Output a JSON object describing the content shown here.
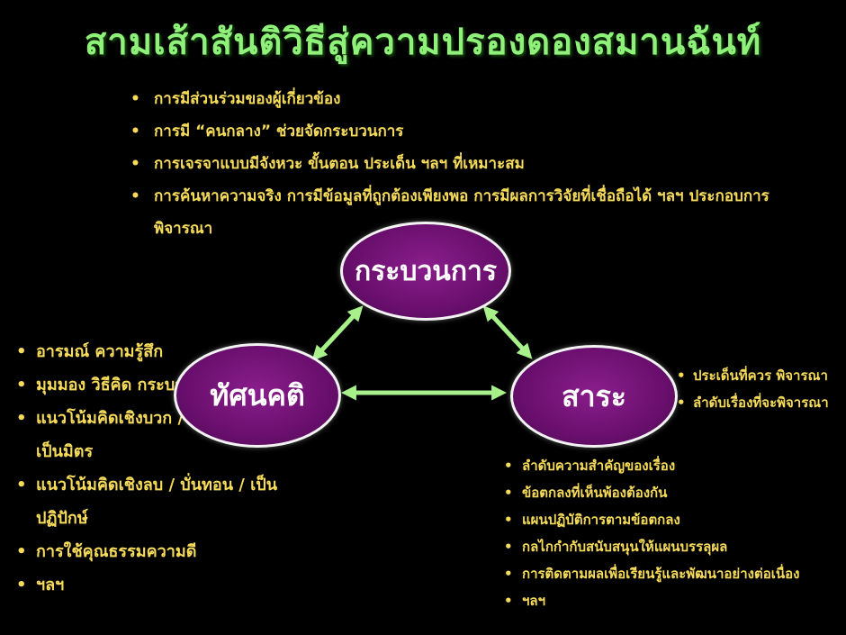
{
  "title": "สามเส้าสันติวิธีสู่ความปรองดองสมานฉันท์",
  "bullet_symbol": "•",
  "colors": {
    "title": "#8ff07a",
    "bullet_text": "#f6dc5a",
    "ellipse_fill": "#6a0f6e",
    "arrow": "#a7f08a"
  },
  "nodes": {
    "process": "กระบวนการ",
    "attitude": "ทัศนคติ",
    "content": "สาระ"
  },
  "process_items": [
    "การมีส่วนร่วมของผู้เกี่ยวข้อง",
    "การมี “คนกลาง” ช่วยจัดกระบวนการ",
    "การเจรจาแบบมีจังหวะ ขั้นตอน ประเด็น ฯลฯ ที่เหมาะสม",
    "การค้นหาความจริง การมีข้อมูลที่ถูกต้องเพียงพอ การมีผลการวิจัยที่เชื่อถือได้ ฯลฯ ประกอบการพิจารณา"
  ],
  "attitude_items": [
    "อารมณ์ ความรู้สึก",
    "มุมมอง วิธีคิด กระบวนทัศน์",
    "แนวโน้มคิดเชิงบวก / สร้างสรรค์ / เป็นมิตร",
    "แนวโน้มคิดเชิงลบ / บั่นทอน / เป็นปฏิปักษ์",
    "การใช้คุณธรรมความดี",
    "ฯลฯ"
  ],
  "content_items_right": [
    "ประเด็นที่ควร พิจารณา",
    "ลำดับเรื่องที่จะพิจารณา"
  ],
  "content_items": [
    "ลำดับความสำคัญของเรื่อง",
    "ข้อตกลงที่เห็นพ้องต้องกัน",
    "แผนปฏิบัติการตามข้อตกลง",
    "กลไกกำกับสนับสนุนให้แผนบรรลุผล",
    "การติดตามผลเพื่อเรียนรู้และพัฒนาอย่างต่อเนื่อง",
    "ฯลฯ"
  ]
}
